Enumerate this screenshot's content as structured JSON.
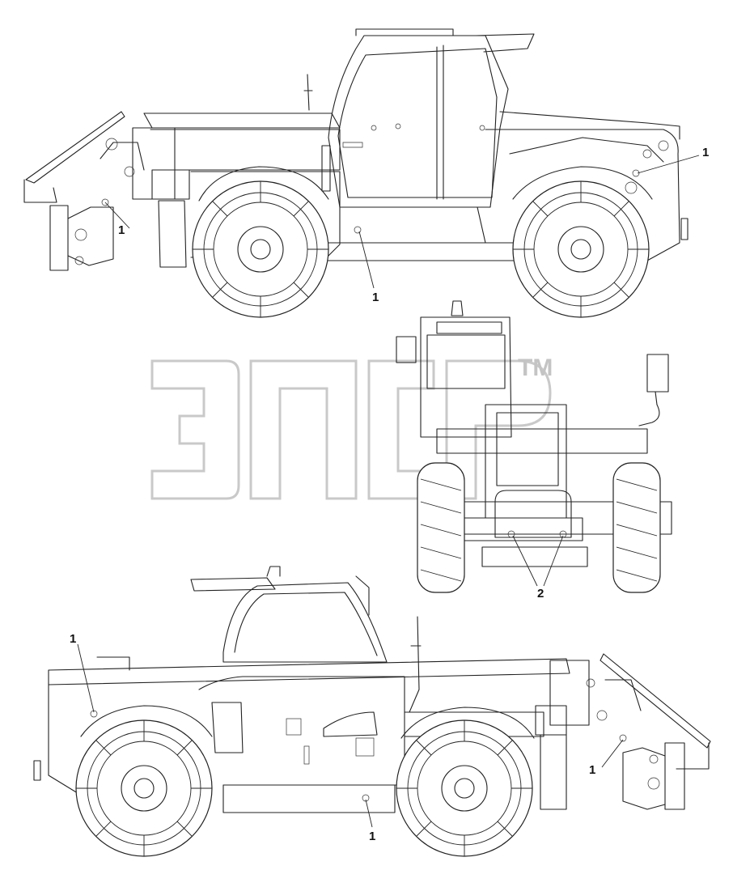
{
  "diagram": {
    "views": [
      "side-left",
      "rear",
      "side-right"
    ],
    "callouts": [
      {
        "id": "c1",
        "label": "1"
      },
      {
        "id": "c2",
        "label": "1"
      },
      {
        "id": "c3",
        "label": "1"
      },
      {
        "id": "c4",
        "label": "2"
      },
      {
        "id": "c5",
        "label": "1"
      },
      {
        "id": "c6",
        "label": "1"
      },
      {
        "id": "c7",
        "label": "1"
      }
    ],
    "watermark": {
      "trademark": "TM"
    }
  }
}
